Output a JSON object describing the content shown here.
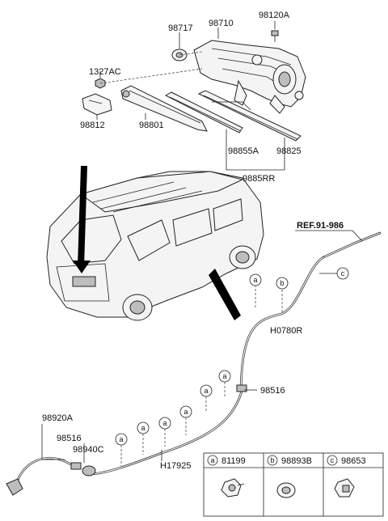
{
  "labels": {
    "p98717": "98717",
    "p98710": "98710",
    "p98120A": "98120A",
    "p1327AC": "1327AC",
    "p98812": "98812",
    "p98801": "98801",
    "p98855A": "98855A",
    "p98825": "98825",
    "p9885RR": "9885RR",
    "ref": "REF.91-986",
    "pH0780R": "H0780R",
    "p98516_right": "98516",
    "p98920A": "98920A",
    "p98516_left": "98516",
    "p98940C": "98940C",
    "pH17925": "H17925"
  },
  "callouts": {
    "a": "a",
    "b": "b",
    "c": "c"
  },
  "legend": [
    {
      "letter": "a",
      "part": "81199"
    },
    {
      "letter": "b",
      "part": "98893B"
    },
    {
      "letter": "c",
      "part": "98653"
    }
  ]
}
